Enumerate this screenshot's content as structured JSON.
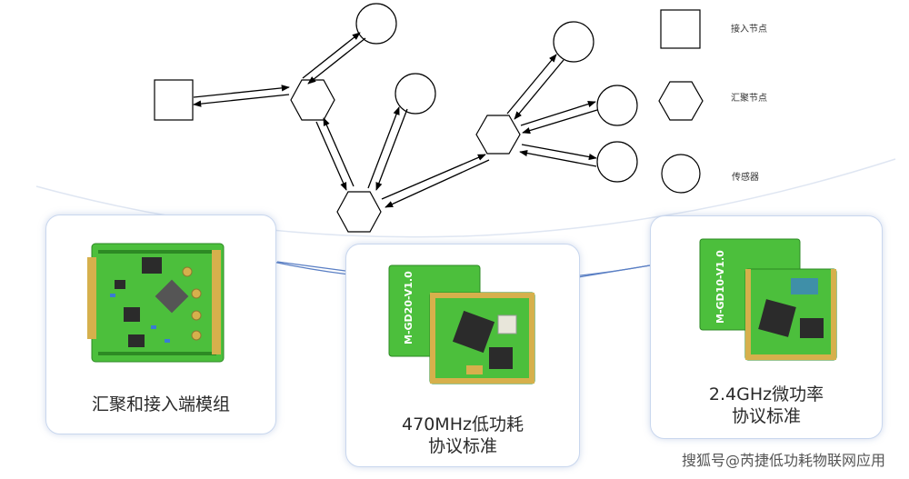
{
  "legend": {
    "access_node": "接入节点",
    "aggregation_node": "汇聚节点",
    "sensor": "传感器"
  },
  "cards": [
    {
      "caption": "汇聚和接入端模组"
    },
    {
      "caption_line1": "470MHz低功耗",
      "caption_line2": "协议标准",
      "board_label": "M-GD20-V1.0"
    },
    {
      "caption_line1": "2.4GHz微功率",
      "caption_line2": "协议标准",
      "board_label": "M-GD10-V1.0"
    }
  ],
  "watermark": "搜狐号@芮捷低功耗物联网应用",
  "colors": {
    "pcb_green": "#4cbf3c",
    "pcb_dark": "#2d8a24",
    "gold": "#d6b04c",
    "chip": "#2b2b2b",
    "card_border": "#c9d7ee",
    "arc": "#5a7fc4"
  }
}
